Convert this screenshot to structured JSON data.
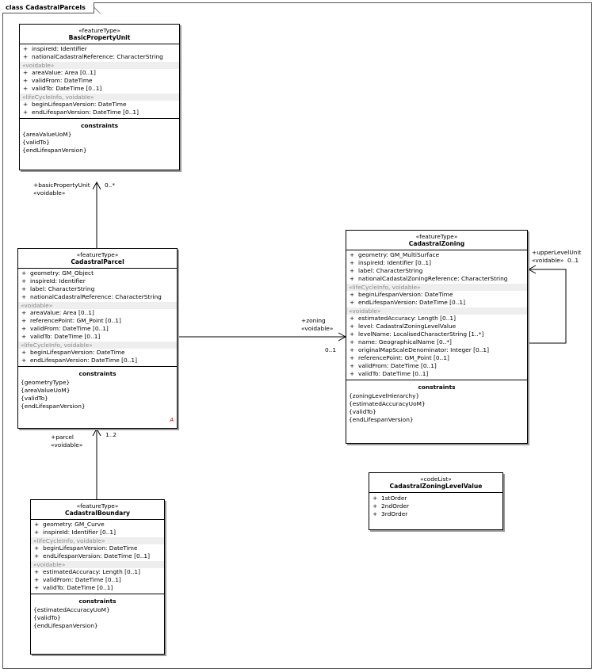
{
  "diagram_title": "class CadastralParcels",
  "classes": {
    "bpu": {
      "stereotype": "«featureType»",
      "name": "BasicPropertyUnit",
      "attrs1": [
        {
          "vis": "+",
          "text": "inspireId:  Identifier"
        },
        {
          "vis": "+",
          "text": "nationalCadastralReference:  CharacterString"
        }
      ],
      "group2": "«voidable»",
      "attrs2": [
        {
          "vis": "+",
          "text": "areaValue:  Area [0..1]"
        },
        {
          "vis": "+",
          "text": "validFrom:  DateTime"
        },
        {
          "vis": "+",
          "text": "validTo:  DateTime [0..1]"
        }
      ],
      "group3": "«lifeCycleInfo, voidable»",
      "attrs3": [
        {
          "vis": "+",
          "text": "beginLifespanVersion:  DateTime"
        },
        {
          "vis": "+",
          "text": "endLifespanVersion:  DateTime [0..1]"
        }
      ],
      "constraints_title": "constraints",
      "constraints": [
        "{areaValueUoM}",
        "{validTo}",
        "{endLifespanVersion}"
      ]
    },
    "parcel": {
      "stereotype": "«featureType»",
      "name": "CadastralParcel",
      "attrs1": [
        {
          "vis": "+",
          "text": "geometry:  GM_Object"
        },
        {
          "vis": "+",
          "text": "inspireId:  Identifier"
        },
        {
          "vis": "+",
          "text": "label:  CharacterString"
        },
        {
          "vis": "+",
          "text": "nationalCadastralReference:  CharacterString"
        }
      ],
      "group2": "«voidable»",
      "attrs2": [
        {
          "vis": "+",
          "text": "areaValue:  Area [0..1]"
        },
        {
          "vis": "+",
          "text": "referencePoint:  GM_Point [0..1]"
        },
        {
          "vis": "+",
          "text": "validFrom:  DateTime [0..1]"
        },
        {
          "vis": "+",
          "text": "validTo:  DateTime [0..1]"
        }
      ],
      "group3": "«lifeCycleInfo, voidable»",
      "attrs3": [
        {
          "vis": "+",
          "text": "beginLifespanVersion:  DateTime"
        },
        {
          "vis": "+",
          "text": "endLifespanVersion:  DateTime [0..1]"
        }
      ],
      "constraints_title": "constraints",
      "constraints": [
        "{geometryType}",
        "{areaValueUoM}",
        "{validTo}",
        "{endLifespanVersion}"
      ],
      "mark": "A"
    },
    "boundary": {
      "stereotype": "«featureType»",
      "name": "CadastralBoundary",
      "attrs1": [
        {
          "vis": "+",
          "text": "geometry:  GM_Curve"
        },
        {
          "vis": "+",
          "text": "inspireId:  Identifier [0..1]"
        }
      ],
      "group2": "«lifeCycleInfo, voidable»",
      "attrs2": [
        {
          "vis": "+",
          "text": "beginLifespanVersion:  DateTime"
        },
        {
          "vis": "+",
          "text": "endLifespanVersion:  DateTime [0..1]"
        }
      ],
      "group3": "«voidable»",
      "attrs3": [
        {
          "vis": "+",
          "text": "estimatedAccuracy:  Length [0..1]"
        },
        {
          "vis": "+",
          "text": "validFrom:  DateTime [0..1]"
        },
        {
          "vis": "+",
          "text": "validTo:  DateTime [0..1]"
        }
      ],
      "constraints_title": "constraints",
      "constraints": [
        "{estimatedAccuracyUoM}",
        "{validTo}",
        "{endLifespanVersion}"
      ]
    },
    "zoning": {
      "stereotype": "«featureType»",
      "name": "CadastralZoning",
      "attrs1": [
        {
          "vis": "+",
          "text": "geometry:  GM_MultiSurface"
        },
        {
          "vis": "+",
          "text": "inspireId:  Identifier [0..1]"
        },
        {
          "vis": "+",
          "text": "label:  CharacterString"
        },
        {
          "vis": "+",
          "text": "nationalCadastalZoningReference:  CharacterString"
        }
      ],
      "group2": "«lifeCycleInfo, voidable»",
      "attrs2": [
        {
          "vis": "+",
          "text": "beginLifespanVersion:  DateTime"
        },
        {
          "vis": "+",
          "text": "endLifespanVersion:  DateTime [0..1]"
        }
      ],
      "group3": "«voidable»",
      "attrs3": [
        {
          "vis": "+",
          "text": "estimatedAccuracy:  Length [0..1]"
        },
        {
          "vis": "+",
          "text": "level:  CadastralZoningLevelValue"
        },
        {
          "vis": "+",
          "text": "levelName:  LocalisedCharacterString [1..*]"
        },
        {
          "vis": "+",
          "text": "name:  GeographicalName [0..*]"
        },
        {
          "vis": "+",
          "text": "originalMapScaleDenominator:  Integer [0..1]"
        },
        {
          "vis": "+",
          "text": "referencePoint:  GM_Point [0..1]"
        },
        {
          "vis": "+",
          "text": "validFrom:  DateTime [0..1]"
        },
        {
          "vis": "+",
          "text": "validTo:  DateTime [0..1]"
        }
      ],
      "constraints_title": "constraints",
      "constraints": [
        "{zoningLevelHierarchy}",
        "{estimatedAccuracyUoM}",
        "{validTo}",
        "{endLifespanVersion}"
      ]
    },
    "codelist": {
      "stereotype": "«codeList»",
      "name": "CadastralZoningLevelValue",
      "attrs1": [
        {
          "vis": "+",
          "text": "1stOrder"
        },
        {
          "vis": "+",
          "text": "2ndOrder"
        },
        {
          "vis": "+",
          "text": "3rdOrder"
        }
      ]
    }
  },
  "associations": {
    "bpu_role": "+basicPropertyUnit",
    "bpu_role_stereo": "«voidable»",
    "bpu_mult": "0..*",
    "parcel_role": "+parcel",
    "parcel_role_stereo": "«voidable»",
    "parcel_mult": "1..2",
    "zoning_role": "+zoning",
    "zoning_role_stereo": "«voidable»",
    "zoning_mult": "0..1",
    "upper_role": "+upperLevelUnit",
    "upper_role_stereo": "«voidable»",
    "upper_mult": "0..1"
  }
}
